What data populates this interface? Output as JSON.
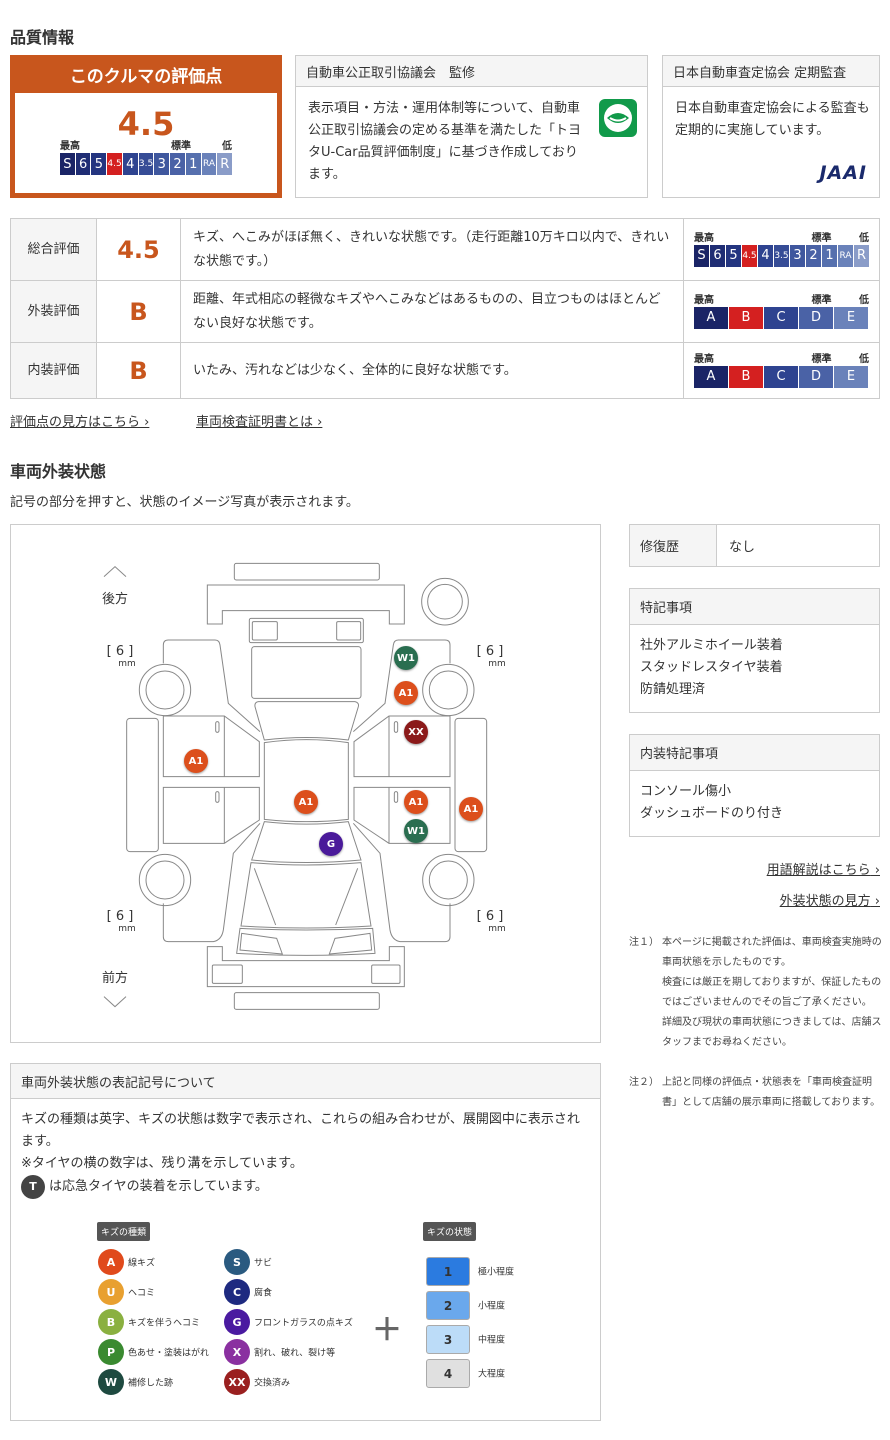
{
  "quality": {
    "title": "品質情報",
    "rating_box": {
      "title": "このクルマの評価点",
      "score": "4.5",
      "best": "最高",
      "standard": "標準",
      "low": "低"
    },
    "aftc": {
      "title": "自動車公正取引協議会　監修",
      "text": "表示項目・方法・運用体制等について、自動車公正取引協議会の定める基準を満たした「トヨタU-Car品質評価制度」に基づき作成しております。"
    },
    "jaai": {
      "title": "日本自動車査定協会 定期監査",
      "text": "日本自動車査定協会による監査も定期的に実施しています。",
      "logo": "JAAI"
    }
  },
  "scale_overall": [
    "S",
    "6",
    "5",
    "4.5",
    "4",
    "3.5",
    "3",
    "2",
    "1",
    "RA",
    "R"
  ],
  "scale_grade": [
    "A",
    "B",
    "C",
    "D",
    "E"
  ],
  "colors": {
    "accent": "#c8561d",
    "selected": "#d42020"
  },
  "evaluations": [
    {
      "label": "総合評価",
      "grade": "4.5",
      "desc": "キズ、へこみがほぼ無く、きれいな状態です。（走行距離10万キロ以内で、きれいな状態です。）"
    },
    {
      "label": "外装評価",
      "grade": "B",
      "desc": "距離、年式相応の軽微なキズやへこみなどはあるものの、目立つものはほとんどない良好な状態です。"
    },
    {
      "label": "内装評価",
      "grade": "B",
      "desc": "いたみ、汚れなどは少なく、全体的に良好な状態です。"
    }
  ],
  "links": {
    "howto": "評価点の見方はこちら",
    "cert": "車両検査証明書とは",
    "glossary": "用語解説はこちら",
    "exterior_howto": "外装状態の見方"
  },
  "exterior": {
    "title": "車両外装状態",
    "subtitle": "記号の部分を押すと、状態のイメージ写真が表示されます。",
    "rear": "後方",
    "front": "前方",
    "tires": [
      {
        "v": "6",
        "u": "mm"
      },
      {
        "v": "6",
        "u": "mm"
      },
      {
        "v": "6",
        "u": "mm"
      },
      {
        "v": "6",
        "u": "mm"
      }
    ],
    "markers": [
      "W1",
      "A1",
      "XX",
      "A1",
      "A1",
      "A1",
      "W1",
      "A1",
      "G"
    ]
  },
  "repair": {
    "label": "修復歴",
    "value": "なし"
  },
  "special": {
    "title": "特記事項",
    "items": [
      "社外アルミホイール装着",
      "スタッドレスタイヤ装着",
      "防錆処理済"
    ]
  },
  "interior_special": {
    "title": "内装特記事項",
    "items": [
      "コンソール傷小",
      "ダッシュボードのり付き"
    ]
  },
  "notes": {
    "n1_label": "注１）",
    "n1": [
      "本ページに掲載された評価は、車両検査実施時の車両状態を示したものです。",
      "検査には厳正を期しておりますが、保証したものではございませんのでその旨ご了承ください。",
      "詳細及び現状の車両状態につきましては、店舗スタッフまでお尋ねください。"
    ],
    "n2_label": "注２）",
    "n2": "上記と同様の評価点・状態表を「車両検査証明書」として店舗の展示車両に搭載しております。"
  },
  "legend": {
    "title": "車両外装状態の表記記号について",
    "p1": "キズの種類は英字、キズの状態は数字で表示され、これらの組み合わせが、展開図中に表示されます。",
    "p2": "※タイヤの横の数字は、残り溝を示しています。",
    "p3": "は応急タイヤの装着を示しています。",
    "t_icon": "T",
    "types_title": "キズの種類",
    "states_title": "キズの状態",
    "plus": "＋",
    "types": [
      {
        "s": "A",
        "t": "線キズ"
      },
      {
        "s": "U",
        "t": "ヘコミ"
      },
      {
        "s": "B",
        "t": "キズを伴うヘコミ"
      },
      {
        "s": "P",
        "t": "色あせ・塗装はがれ"
      },
      {
        "s": "W",
        "t": "補修した跡"
      },
      {
        "s": "S",
        "t": "サビ"
      },
      {
        "s": "C",
        "t": "腐食"
      },
      {
        "s": "G",
        "t": "フロントガラスの点キズ"
      },
      {
        "s": "X",
        "t": "割れ、破れ、裂け等"
      },
      {
        "s": "XX",
        "t": "交換済み"
      }
    ],
    "states": [
      {
        "n": "1",
        "t": "極小程度"
      },
      {
        "n": "2",
        "t": "小程度"
      },
      {
        "n": "3",
        "t": "中程度"
      },
      {
        "n": "4",
        "t": "大程度"
      }
    ]
  }
}
